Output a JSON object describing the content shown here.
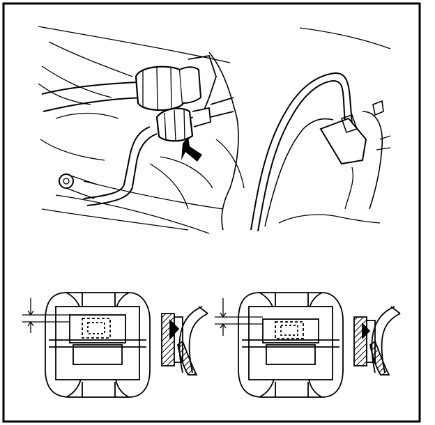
{
  "figure": {
    "kind": "service-manual-illustration",
    "caption": "",
    "callouts": [],
    "colors": {
      "ink": "#000000",
      "paper": "#ffffff"
    },
    "panels": {
      "top": {
        "subject": "fuel-line-quick-connector-on-engine",
        "indicator": "arrow-icon"
      },
      "bottom_left": {
        "subject": "connector-retainer-clearance-view-a"
      },
      "bottom_right": {
        "subject": "connector-retainer-clearance-view-b"
      }
    }
  }
}
